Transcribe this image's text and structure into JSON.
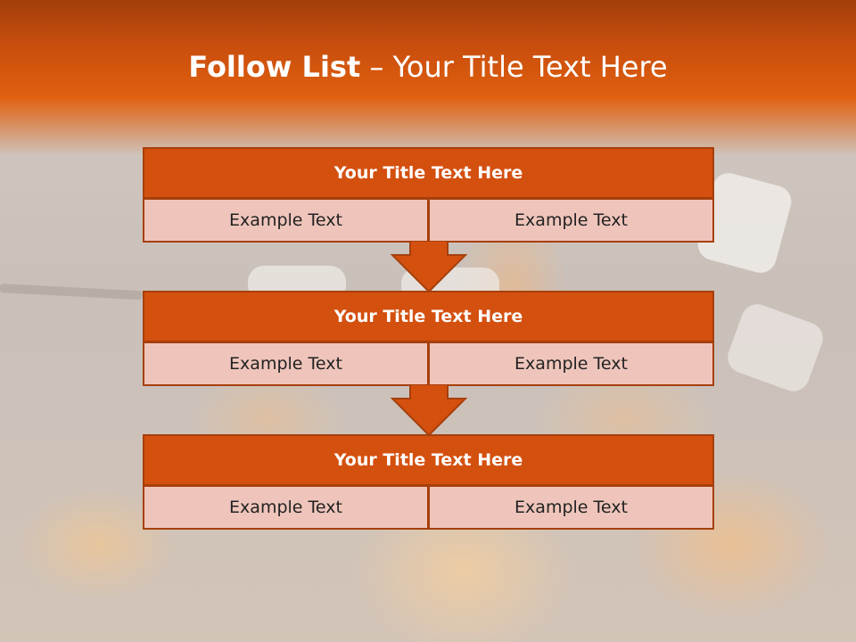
{
  "slide": {
    "title_bold": "Follow List",
    "title_rest": " – Your Title Text Here"
  },
  "steps": [
    {
      "title": "Your Title Text Here",
      "left": "Example Text",
      "right": "Example Text"
    },
    {
      "title": "Your Title Text Here",
      "left": "Example Text",
      "right": "Example Text"
    },
    {
      "title": "Your Title Text Here",
      "left": "Example Text",
      "right": "Example Text"
    }
  ],
  "colors": {
    "accent": "#d4500f",
    "border": "#a63f0c",
    "cell_fill": "#efc5bb",
    "title_text": "#ffffff"
  }
}
